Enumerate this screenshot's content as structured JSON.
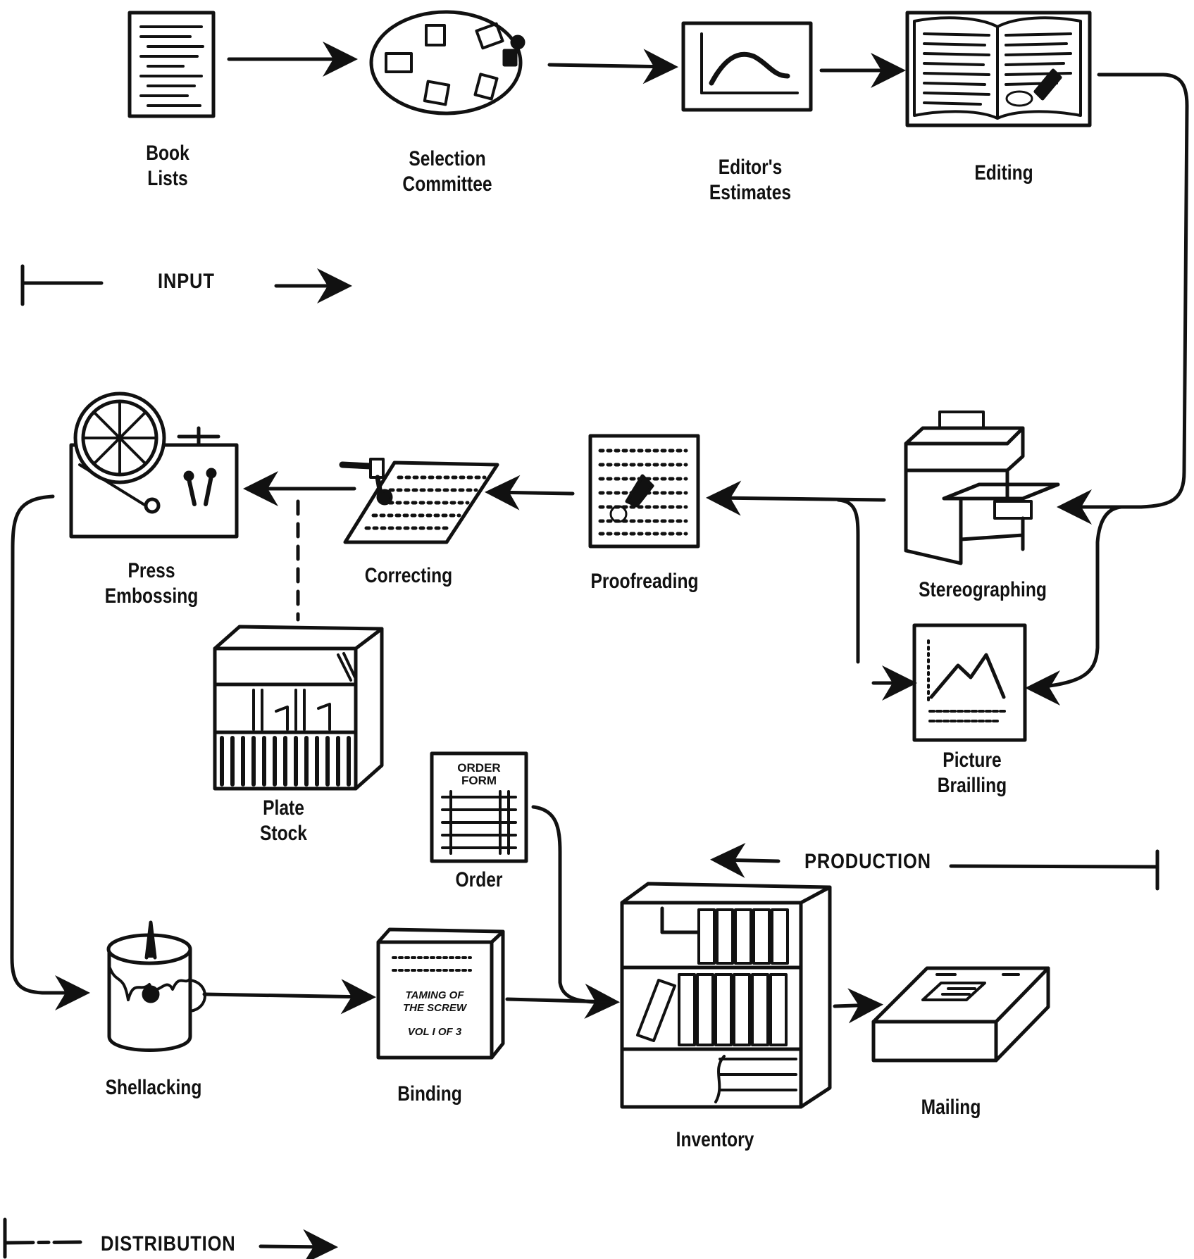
{
  "steps": {
    "book_lists": [
      "Book",
      "Lists"
    ],
    "selection_committee": [
      "Selection",
      "Committee"
    ],
    "editors_estimates": [
      "Editor's",
      "Estimates"
    ],
    "editing": [
      "Editing"
    ],
    "stereographing": [
      "Stereographing"
    ],
    "picture_brailling": [
      "Picture",
      "Brailling"
    ],
    "proofreading": [
      "Proofreading"
    ],
    "correcting": [
      "Correcting"
    ],
    "press_embossing": [
      "Press",
      "Embossing"
    ],
    "plate_stock": [
      "Plate",
      "Stock"
    ],
    "order": [
      "Order"
    ],
    "shellacking": [
      "Shellacking"
    ],
    "binding": [
      "Binding"
    ],
    "inventory": [
      "Inventory"
    ],
    "mailing": [
      "Mailing"
    ]
  },
  "phases": {
    "input": "INPUT",
    "production": "PRODUCTION",
    "distribution": "DISTRIBUTION"
  },
  "icon_text": {
    "order_form": [
      "ORDER",
      "FORM"
    ],
    "book_cover": [
      "TAMING OF",
      "THE SCREW",
      "VOL I OF 3"
    ]
  }
}
